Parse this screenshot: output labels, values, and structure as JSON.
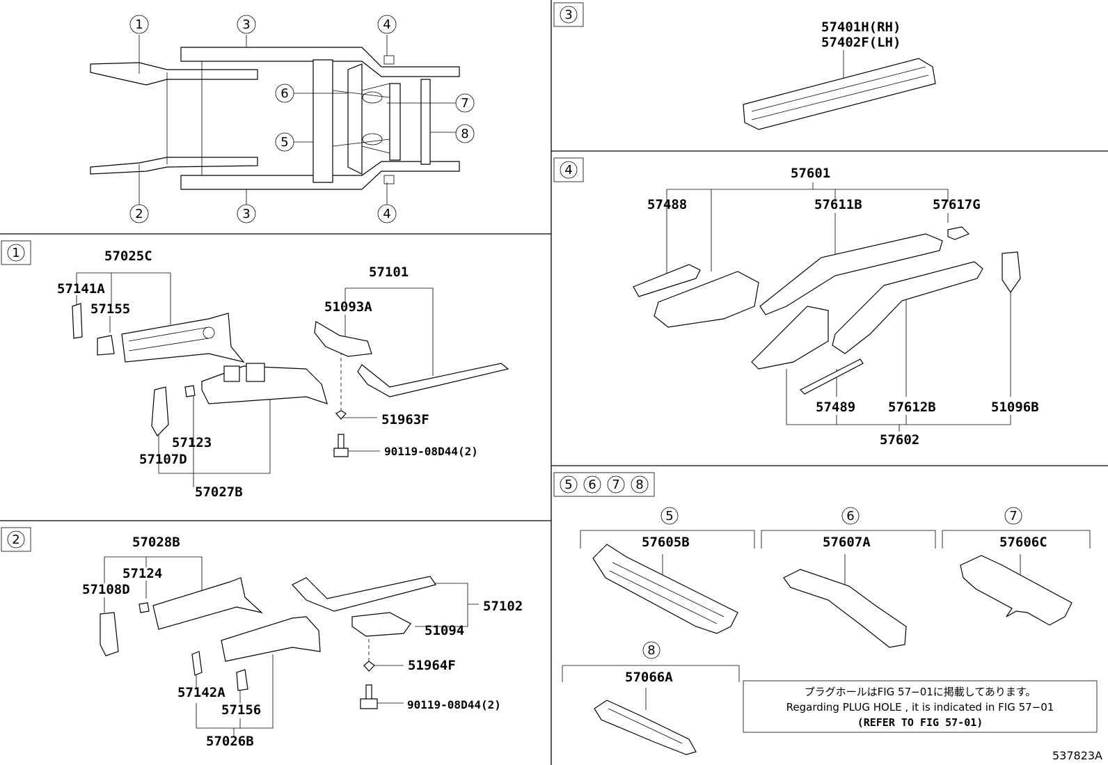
{
  "overview": {
    "callouts": [
      "1",
      "2",
      "3",
      "3",
      "4",
      "4",
      "5",
      "6",
      "7",
      "8"
    ]
  },
  "panels": {
    "p1": {
      "tag": "1",
      "parts": [
        "57025C",
        "57141A",
        "57155",
        "57101",
        "51093A",
        "51963F",
        "90119-08D44(2)",
        "57123",
        "57107D",
        "57027B"
      ]
    },
    "p2": {
      "tag": "2",
      "parts": [
        "57028B",
        "57124",
        "57108D",
        "57102",
        "51094",
        "51964F",
        "90119-08D44(2)",
        "57142A",
        "57156",
        "57026B"
      ]
    },
    "p3": {
      "tag": "3",
      "parts": [
        "57401H(RH)",
        "57402F(LH)"
      ]
    },
    "p4": {
      "tag": "4",
      "parts": [
        "57601",
        "57488",
        "57611B",
        "57617G",
        "57489",
        "57612B",
        "51096B",
        "57602"
      ]
    },
    "p5678": {
      "tags": [
        "5",
        "6",
        "7",
        "8"
      ],
      "parts": [
        "57605B",
        "57607A",
        "57606C",
        "57066A"
      ]
    }
  },
  "note": {
    "jp": "プラグホールはFIG 57−01に掲載してあります。",
    "en": "Regarding  PLUG  HOLE , it is indicated in FIG  57−01",
    "ref": "(REFER TO FIG 57-01)"
  },
  "figure_id": "537823A"
}
